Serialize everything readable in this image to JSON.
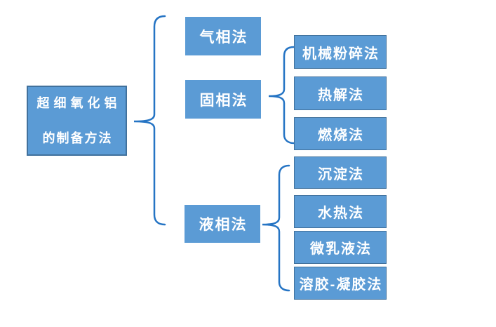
{
  "diagram": {
    "title": "超细氧化铝的制备方法",
    "root": {
      "line1": "超细氧化铝",
      "line2": "的制备方法"
    },
    "branches": [
      {
        "label": "气相法",
        "children": []
      },
      {
        "label": "固相法",
        "children": [
          {
            "label": "机械粉碎法"
          },
          {
            "label": "热解法"
          },
          {
            "label": "燃烧法"
          }
        ]
      },
      {
        "label": "液相法",
        "children": [
          {
            "label": "沉淀法"
          },
          {
            "label": "水热法"
          },
          {
            "label": "微乳液法"
          },
          {
            "label": "溶胶-凝胶法"
          }
        ]
      }
    ],
    "colors": {
      "box_fill": "#5B9BD5",
      "root_border": "#41719C",
      "child_border": "#41719C",
      "brace": "#2574C4",
      "text": "#FFFFFF",
      "background": "#FFFFFF"
    }
  }
}
